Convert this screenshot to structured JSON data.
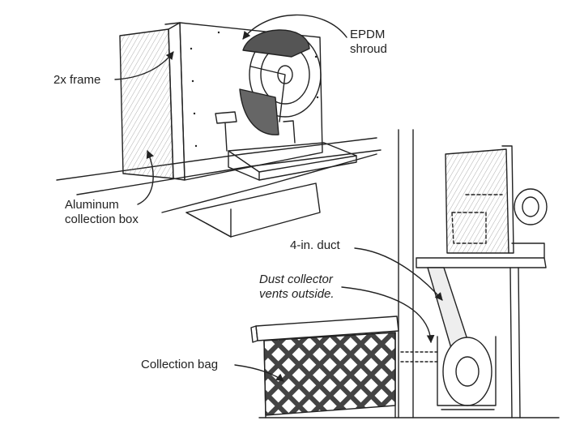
{
  "labels": {
    "epdm_shroud": "EPDM\nshroud",
    "frame": "2x frame",
    "aluminum_box": "Aluminum\ncollection box",
    "duct": "4-in. duct",
    "dust_collector": "Dust collector\nvents outside.",
    "collection_bag": "Collection bag"
  },
  "colors": {
    "ink": "#222222",
    "paper": "#ffffff"
  }
}
